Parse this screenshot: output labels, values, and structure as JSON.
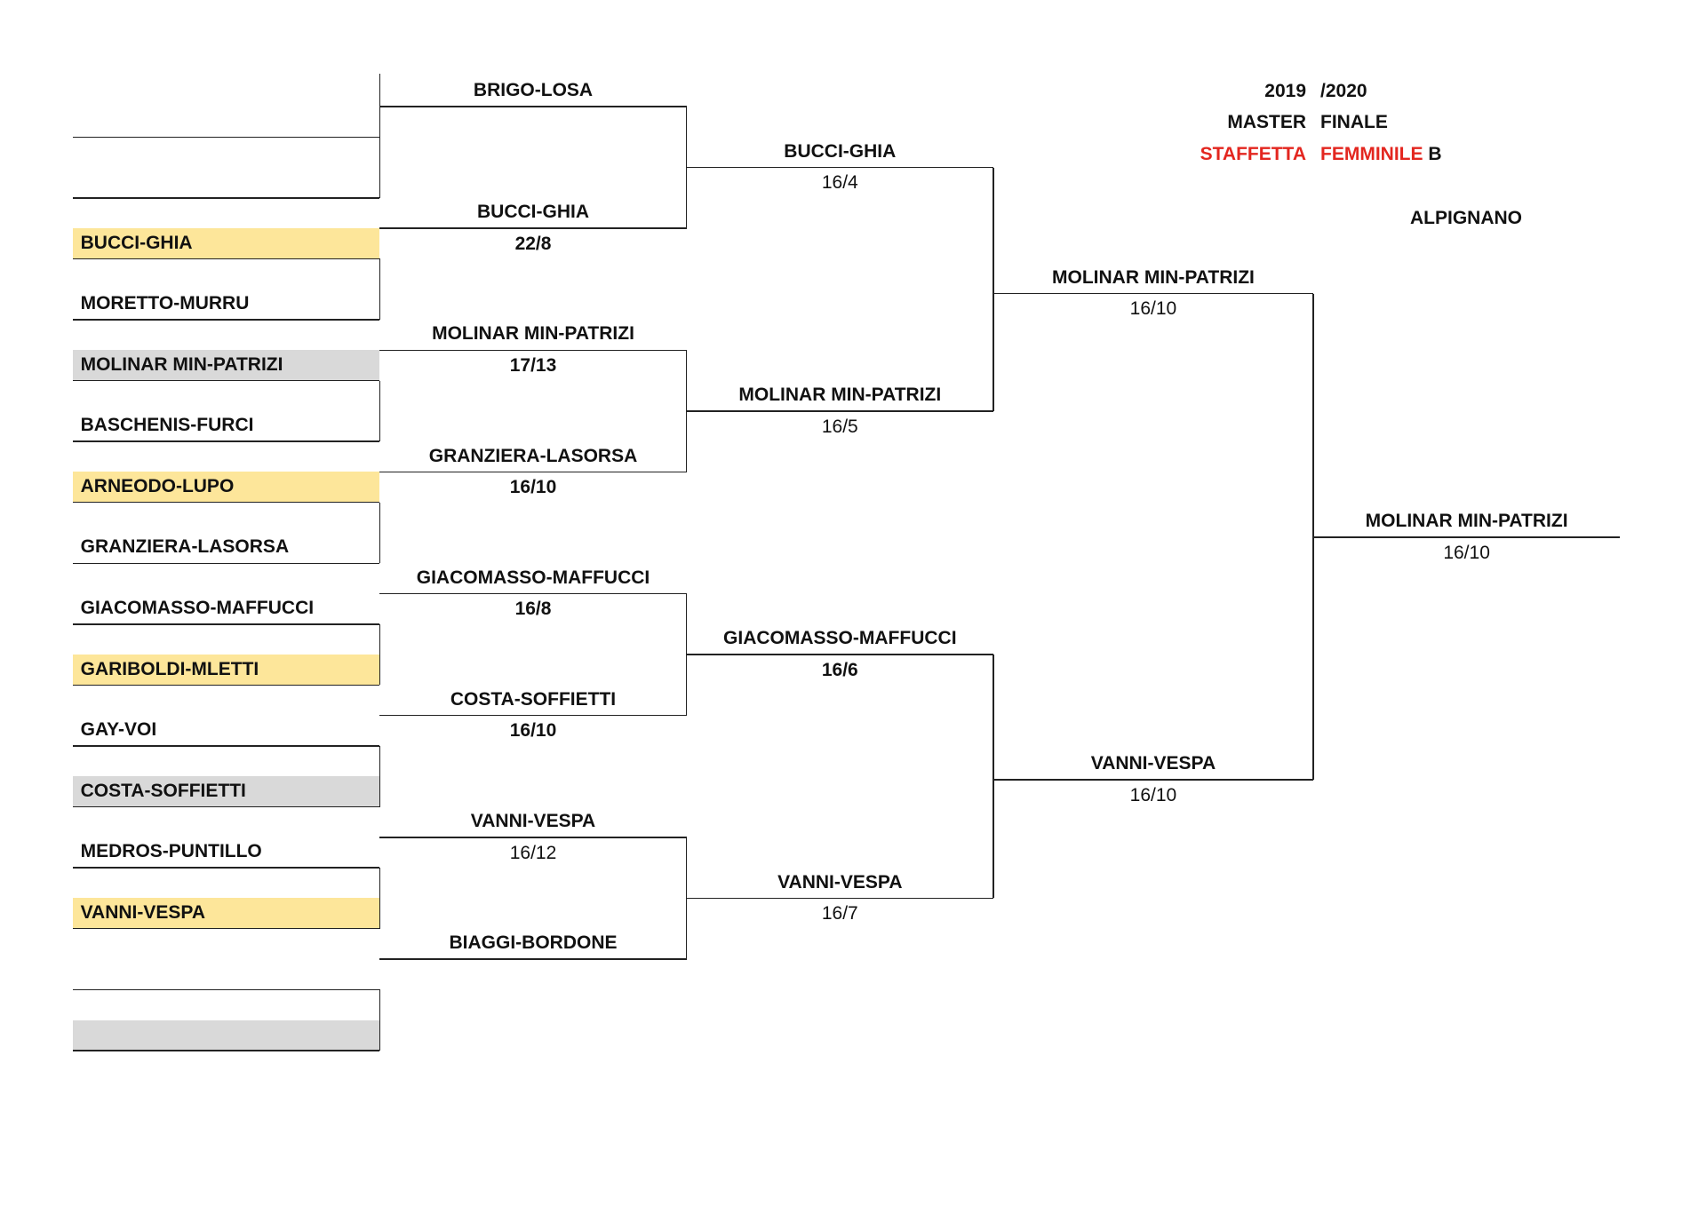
{
  "colors": {
    "line": "#222222",
    "yellow": "#fde69a",
    "gray": "#d9d9d9",
    "red": "#e3261f"
  },
  "header": {
    "year_start": "2019",
    "year_end": "/2020",
    "master": "MASTER",
    "finale": "FINALE",
    "staffetta": "STAFFETTA",
    "femminile": "FEMMINILE",
    "category": "B",
    "venue": "ALPIGNANO"
  },
  "round1": [
    {
      "name": "",
      "fill": "none"
    },
    {
      "name": "",
      "fill": "none"
    },
    {
      "name": "BUCCI-GHIA",
      "fill": "yellow"
    },
    {
      "name": "MORETTO-MURRU",
      "fill": "none"
    },
    {
      "name": "MOLINAR MIN-PATRIZI",
      "fill": "gray"
    },
    {
      "name": "BASCHENIS-FURCI",
      "fill": "none"
    },
    {
      "name": "ARNEODO-LUPO",
      "fill": "yellow"
    },
    {
      "name": "GRANZIERA-LASORSA",
      "fill": "none"
    },
    {
      "name": "GIACOMASSO-MAFFUCCI",
      "fill": "none"
    },
    {
      "name": "GARIBOLDI-MLETTI",
      "fill": "yellow"
    },
    {
      "name": "GAY-VOI",
      "fill": "none"
    },
    {
      "name": "COSTA-SOFFIETTI",
      "fill": "gray"
    },
    {
      "name": "MEDROS-PUNTILLO",
      "fill": "none"
    },
    {
      "name": "VANNI-VESPA",
      "fill": "yellow"
    },
    {
      "name": "",
      "fill": "none"
    },
    {
      "name": "",
      "fill": "gray"
    }
  ],
  "round2": [
    {
      "winner": "BRIGO-LOSA",
      "score": "",
      "bold_score": true
    },
    {
      "winner": "BUCCI-GHIA",
      "score": "22/8",
      "bold_score": true
    },
    {
      "winner": "MOLINAR MIN-PATRIZI",
      "score": "17/13",
      "bold_score": true
    },
    {
      "winner": "GRANZIERA-LASORSA",
      "score": "16/10",
      "bold_score": true
    },
    {
      "winner": "GIACOMASSO-MAFFUCCI",
      "score": "16/8",
      "bold_score": true
    },
    {
      "winner": "COSTA-SOFFIETTI",
      "score": "16/10",
      "bold_score": true
    },
    {
      "winner": "VANNI-VESPA",
      "score": "16/12",
      "bold_score": false
    },
    {
      "winner": "BIAGGI-BORDONE",
      "score": "",
      "bold_score": true
    }
  ],
  "round3": [
    {
      "winner": "BUCCI-GHIA",
      "score": "16/4",
      "bold_score": false
    },
    {
      "winner": "MOLINAR MIN-PATRIZI",
      "score": "16/5",
      "bold_score": false
    },
    {
      "winner": "GIACOMASSO-MAFFUCCI",
      "score": "16/6",
      "bold_score": true
    },
    {
      "winner": "VANNI-VESPA",
      "score": "16/7",
      "bold_score": false
    }
  ],
  "round4": [
    {
      "winner": "MOLINAR MIN-PATRIZI",
      "score": "16/10",
      "bold_score": false
    },
    {
      "winner": "VANNI-VESPA",
      "score": "16/10",
      "bold_score": false
    }
  ],
  "final": {
    "winner": "MOLINAR MIN-PATRIZI",
    "score": "16/10",
    "bold_score": false
  }
}
